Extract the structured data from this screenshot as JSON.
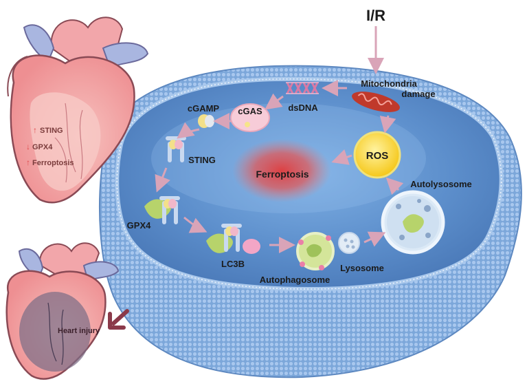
{
  "labels": {
    "ir": "I/R",
    "mito": "Mitochondria",
    "damage": "damage",
    "dsdna": "dsDNA",
    "cgas": "cGAS",
    "cgamp": "cGAMP",
    "sting": "STING",
    "ros": "ROS",
    "ferroptosis": "Ferroptosis",
    "autolysosome": "Autolysosome",
    "gpx4": "GPX4",
    "lc3b": "LC3B",
    "lysosome": "Lysosome",
    "autophagosome": "Autophagosome"
  },
  "heart_top": {
    "sting": "STING",
    "gpx4": "GPX4",
    "ferroptosis": "Ferroptosis",
    "sting_arrow": "↑",
    "gpx4_arrow": "↓",
    "ferroptosis_arrow": "↑"
  },
  "heart_bottom": {
    "injury": "Heart injury"
  },
  "colors": {
    "cell": "#6f9fd6",
    "membrane": "#a9c8ec",
    "ros": "#f7d23a",
    "ferroptosis": "#e0484b",
    "arrow": "#d9a4b8",
    "heart": "#f0a2a4",
    "vessel": "#a9b6e0"
  }
}
